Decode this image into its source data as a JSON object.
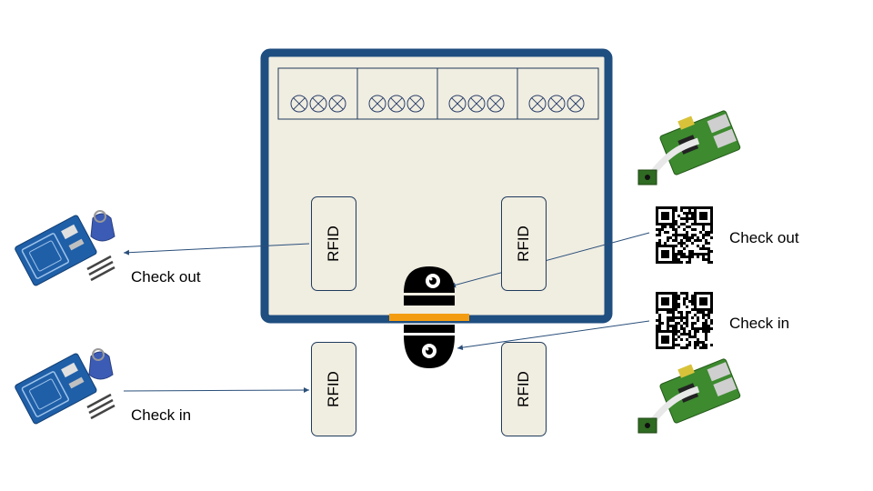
{
  "rfid_reader_label": "RFID",
  "left_labels": {
    "checkout": "Check out",
    "checkin": "Check in"
  },
  "right_labels": {
    "checkout": "Check out",
    "checkin": "Check in"
  },
  "colors": {
    "wall": "#1f4e80",
    "floor": "#f0ede1",
    "door": "#f39c12",
    "line": "#2a4f7a",
    "rfid_board": "#1f5fa8",
    "tag": "#3b5bb5"
  }
}
